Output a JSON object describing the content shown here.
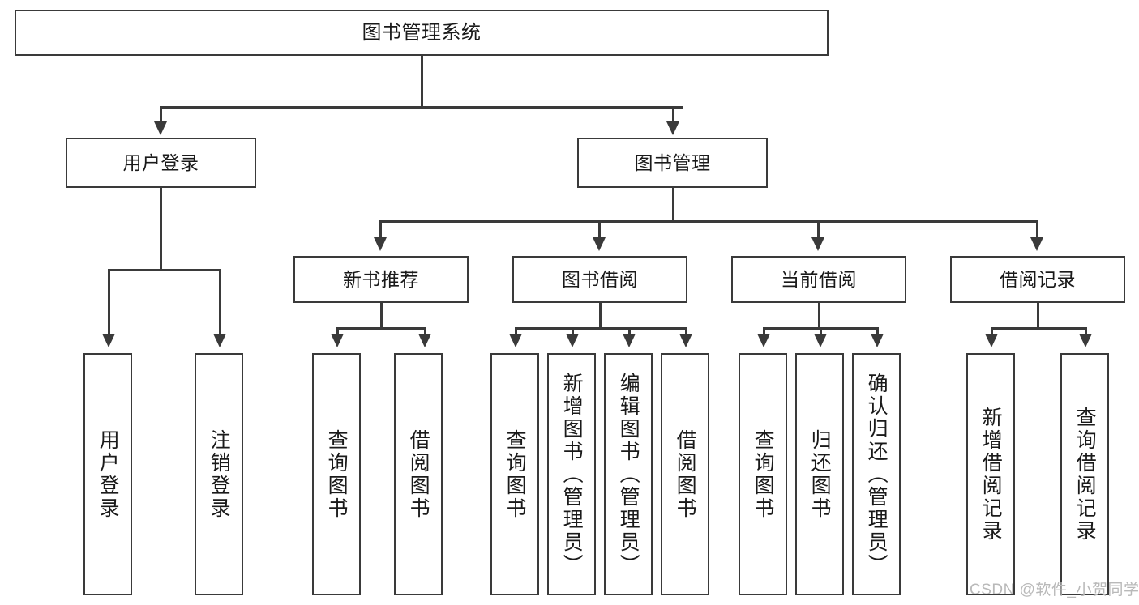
{
  "diagram": {
    "title": "图书管理系统",
    "type": "tree",
    "root": {
      "label": "图书管理系统"
    },
    "level2": [
      {
        "label": "用户登录"
      },
      {
        "label": "图书管理"
      }
    ],
    "level3": [
      {
        "label": "新书推荐"
      },
      {
        "label": "图书借阅"
      },
      {
        "label": "当前借阅"
      },
      {
        "label": "借阅记录"
      }
    ],
    "leaves": {
      "user_login": [
        {
          "label": "用户登录"
        },
        {
          "label": "注销登录"
        }
      ],
      "new_book": [
        {
          "label": "查询图书"
        },
        {
          "label": "借阅图书"
        }
      ],
      "borrow_book": [
        {
          "label": "查询图书"
        },
        {
          "label": "新增图书（管理员）"
        },
        {
          "label": "编辑图书（管理员）"
        },
        {
          "label": "借阅图书"
        }
      ],
      "current_borrow": [
        {
          "label": "查询图书"
        },
        {
          "label": "归还图书"
        },
        {
          "label": "确认归还（管理员）"
        }
      ],
      "borrow_record": [
        {
          "label": "新增借阅记录"
        },
        {
          "label": "查询借阅记录"
        }
      ]
    }
  },
  "watermark": {
    "text": "CSDN @软件_小贺同学"
  },
  "colors": {
    "stroke": "#3a3a3a",
    "text": "#1a1a1a",
    "background": "#ffffff",
    "watermark": "#b9b9b9"
  }
}
